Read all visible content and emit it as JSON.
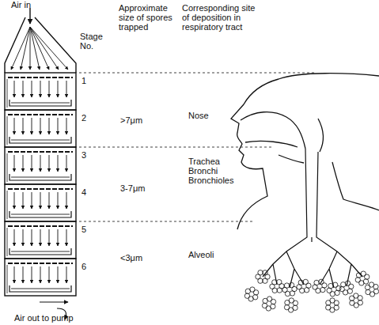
{
  "diagram": {
    "labels": [
      "Air in",
      "Approximate size of spores trapped",
      "Corresponding site of deposition in respiratory tract",
      "Stage No.",
      "1",
      "2",
      "3",
      "4",
      "5",
      "6",
      ">7μm",
      "Nose",
      "Trachea Bronchi Bronchioles",
      "3-7μm",
      "<3μm",
      "Alveoli",
      "Air out to pump"
    ]
  }
}
